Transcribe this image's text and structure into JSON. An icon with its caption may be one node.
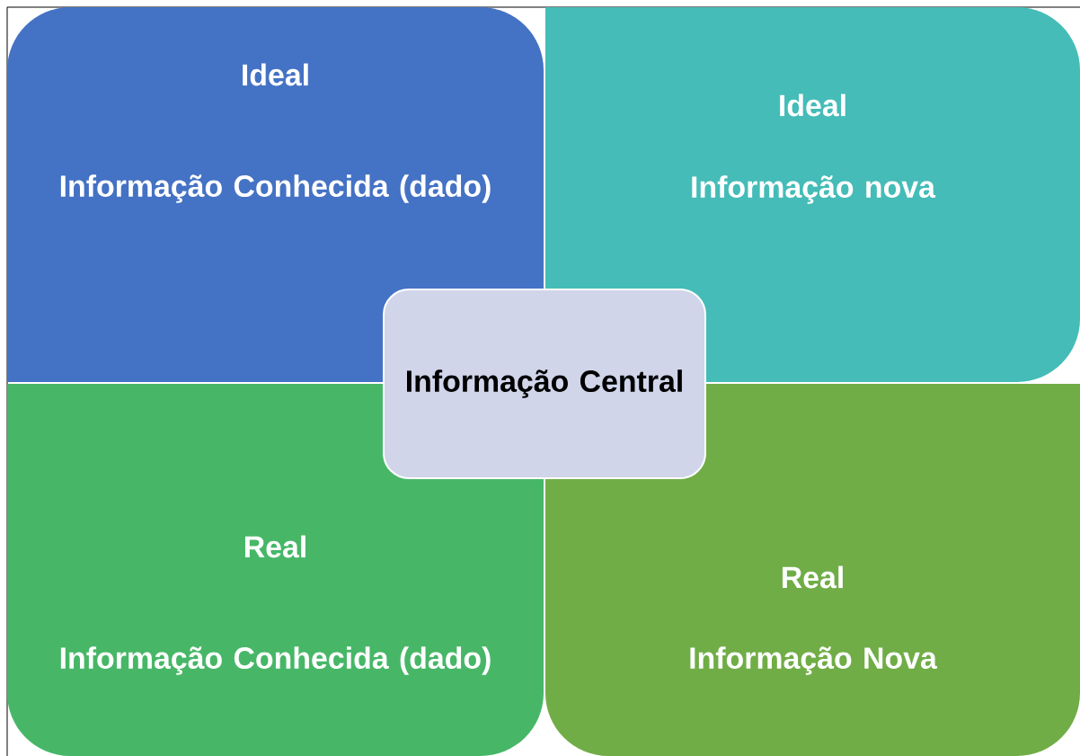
{
  "diagram": {
    "nodes": [
      {
        "text": [
          "Ideal",
          "Informação Conhecida (dado)"
        ]
      },
      {
        "text": [
          "Ideal",
          "Informação nova"
        ]
      },
      {
        "text": [
          "Real",
          "Informação Conhecida (dado)"
        ]
      },
      {
        "text": [
          "Real",
          "Informação Nova"
        ]
      },
      {
        "text": [
          "Informação Central"
        ]
      }
    ]
  }
}
